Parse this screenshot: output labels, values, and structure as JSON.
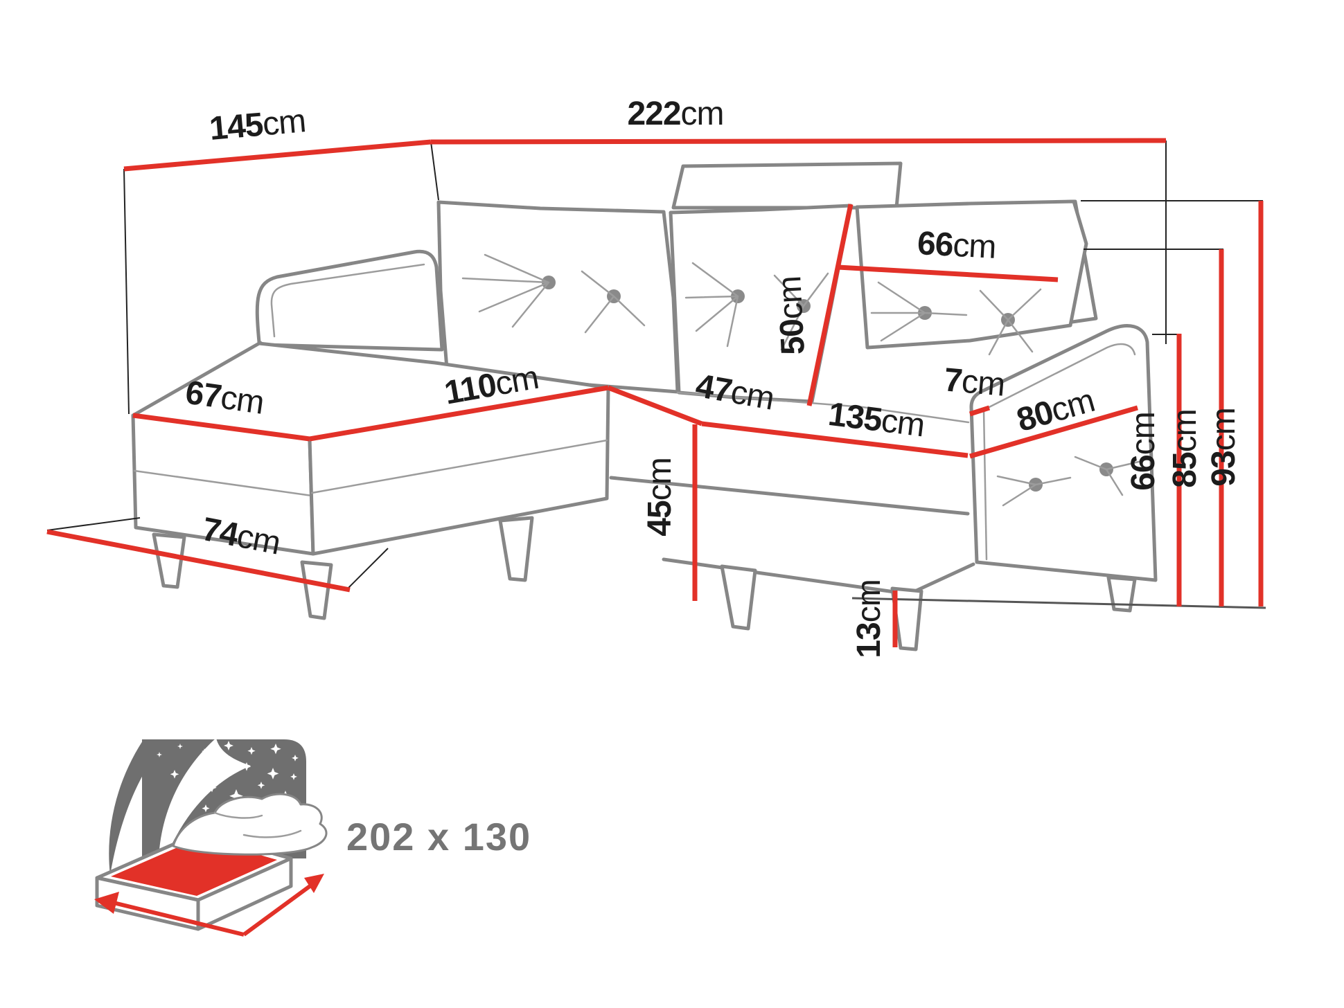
{
  "title": "Corner sofa dimensions diagram",
  "unit": "cm",
  "colors": {
    "dimension_line": "#e23128",
    "sofa_outline": "#868686",
    "label_text": "#1c1c1c",
    "bed_icon_gray": "#6f6f6f",
    "sleeping_label_gray": "#757575"
  },
  "icons": {
    "sleeping_function": "bed-icon"
  },
  "measurements": {
    "corner_depth": {
      "value": "145",
      "unit": "cm"
    },
    "total_width": {
      "value": "222",
      "unit": "cm"
    },
    "back_cushion_width": {
      "value": "66",
      "unit": "cm"
    },
    "back_cushion_height": {
      "value": "50",
      "unit": "cm"
    },
    "armrest_thickness": {
      "value": "7",
      "unit": "cm"
    },
    "armrest_depth": {
      "value": "80",
      "unit": "cm"
    },
    "chaise_width": {
      "value": "67",
      "unit": "cm"
    },
    "chaise_length": {
      "value": "110",
      "unit": "cm"
    },
    "seat_depth": {
      "value": "47",
      "unit": "cm"
    },
    "seat_length": {
      "value": "135",
      "unit": "cm"
    },
    "seat_height": {
      "value": "45",
      "unit": "cm"
    },
    "chaise_outer_length": {
      "value": "74",
      "unit": "cm"
    },
    "leg_height": {
      "value": "13",
      "unit": "cm"
    },
    "armrest_height": {
      "value": "66",
      "unit": "cm"
    },
    "backrest_height": {
      "value": "85",
      "unit": "cm"
    },
    "total_height": {
      "value": "93",
      "unit": "cm"
    }
  },
  "sleeping_area": {
    "label": "202 x 130"
  }
}
